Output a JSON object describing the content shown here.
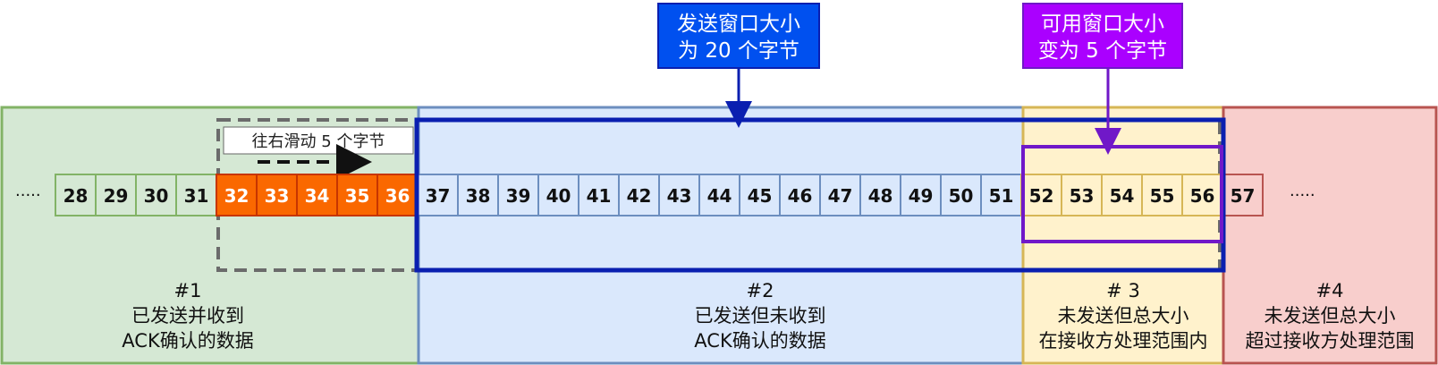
{
  "colors": {
    "sent_acked_fill": "#d5e8d4",
    "sent_acked_stroke": "#82b366",
    "sent_unacked_fill": "#dae8fc",
    "sent_unacked_stroke": "#6c8ebf",
    "usable_fill": "#fff2cc",
    "usable_stroke": "#d6b656",
    "beyond_fill": "#f8cecc",
    "beyond_stroke": "#b85450",
    "highlight_fill": "#fa6800",
    "highlight_stroke": "#c73500",
    "send_window_border": "#0a1fb0",
    "usable_window_border": "#7018c8",
    "send_callout_bg": "#0050ef",
    "usable_callout_bg": "#aa00ff",
    "dashed_window": "#6b6b6b"
  },
  "left_ellipsis": "·····",
  "right_ellipsis": "·····",
  "slide_note": "往右滑动 5  个字节",
  "callouts": {
    "send_window": [
      "发送窗口大小",
      "为 20 个字节"
    ],
    "usable_window": [
      "可用窗口大小",
      "变为 5 个字节"
    ]
  },
  "regions": [
    {
      "id": "region-1",
      "lines": [
        "#1",
        "已发送并收到",
        "ACK确认的数据"
      ]
    },
    {
      "id": "region-2",
      "lines": [
        "#2",
        "已发送但未收到",
        "ACK确认的数据"
      ]
    },
    {
      "id": "region-3",
      "lines": [
        "# 3",
        "未发送但总大小",
        "在接收方处理范围内"
      ]
    },
    {
      "id": "region-4",
      "lines": [
        "#4",
        "未发送但总大小",
        "超过接收方处理范围"
      ]
    }
  ],
  "bytes": [
    {
      "n": "28",
      "state": "acked"
    },
    {
      "n": "29",
      "state": "acked"
    },
    {
      "n": "30",
      "state": "acked"
    },
    {
      "n": "31",
      "state": "acked"
    },
    {
      "n": "32",
      "state": "highlight"
    },
    {
      "n": "33",
      "state": "highlight"
    },
    {
      "n": "34",
      "state": "highlight"
    },
    {
      "n": "35",
      "state": "highlight"
    },
    {
      "n": "36",
      "state": "highlight"
    },
    {
      "n": "37",
      "state": "unacked"
    },
    {
      "n": "38",
      "state": "unacked"
    },
    {
      "n": "39",
      "state": "unacked"
    },
    {
      "n": "40",
      "state": "unacked"
    },
    {
      "n": "41",
      "state": "unacked"
    },
    {
      "n": "42",
      "state": "unacked"
    },
    {
      "n": "43",
      "state": "unacked"
    },
    {
      "n": "44",
      "state": "unacked"
    },
    {
      "n": "45",
      "state": "unacked"
    },
    {
      "n": "46",
      "state": "unacked"
    },
    {
      "n": "47",
      "state": "unacked"
    },
    {
      "n": "48",
      "state": "unacked"
    },
    {
      "n": "49",
      "state": "unacked"
    },
    {
      "n": "50",
      "state": "unacked"
    },
    {
      "n": "51",
      "state": "unacked"
    },
    {
      "n": "52",
      "state": "usable"
    },
    {
      "n": "53",
      "state": "usable"
    },
    {
      "n": "54",
      "state": "usable"
    },
    {
      "n": "55",
      "state": "usable"
    },
    {
      "n": "56",
      "state": "usable"
    },
    {
      "n": "57",
      "state": "beyond"
    }
  ]
}
